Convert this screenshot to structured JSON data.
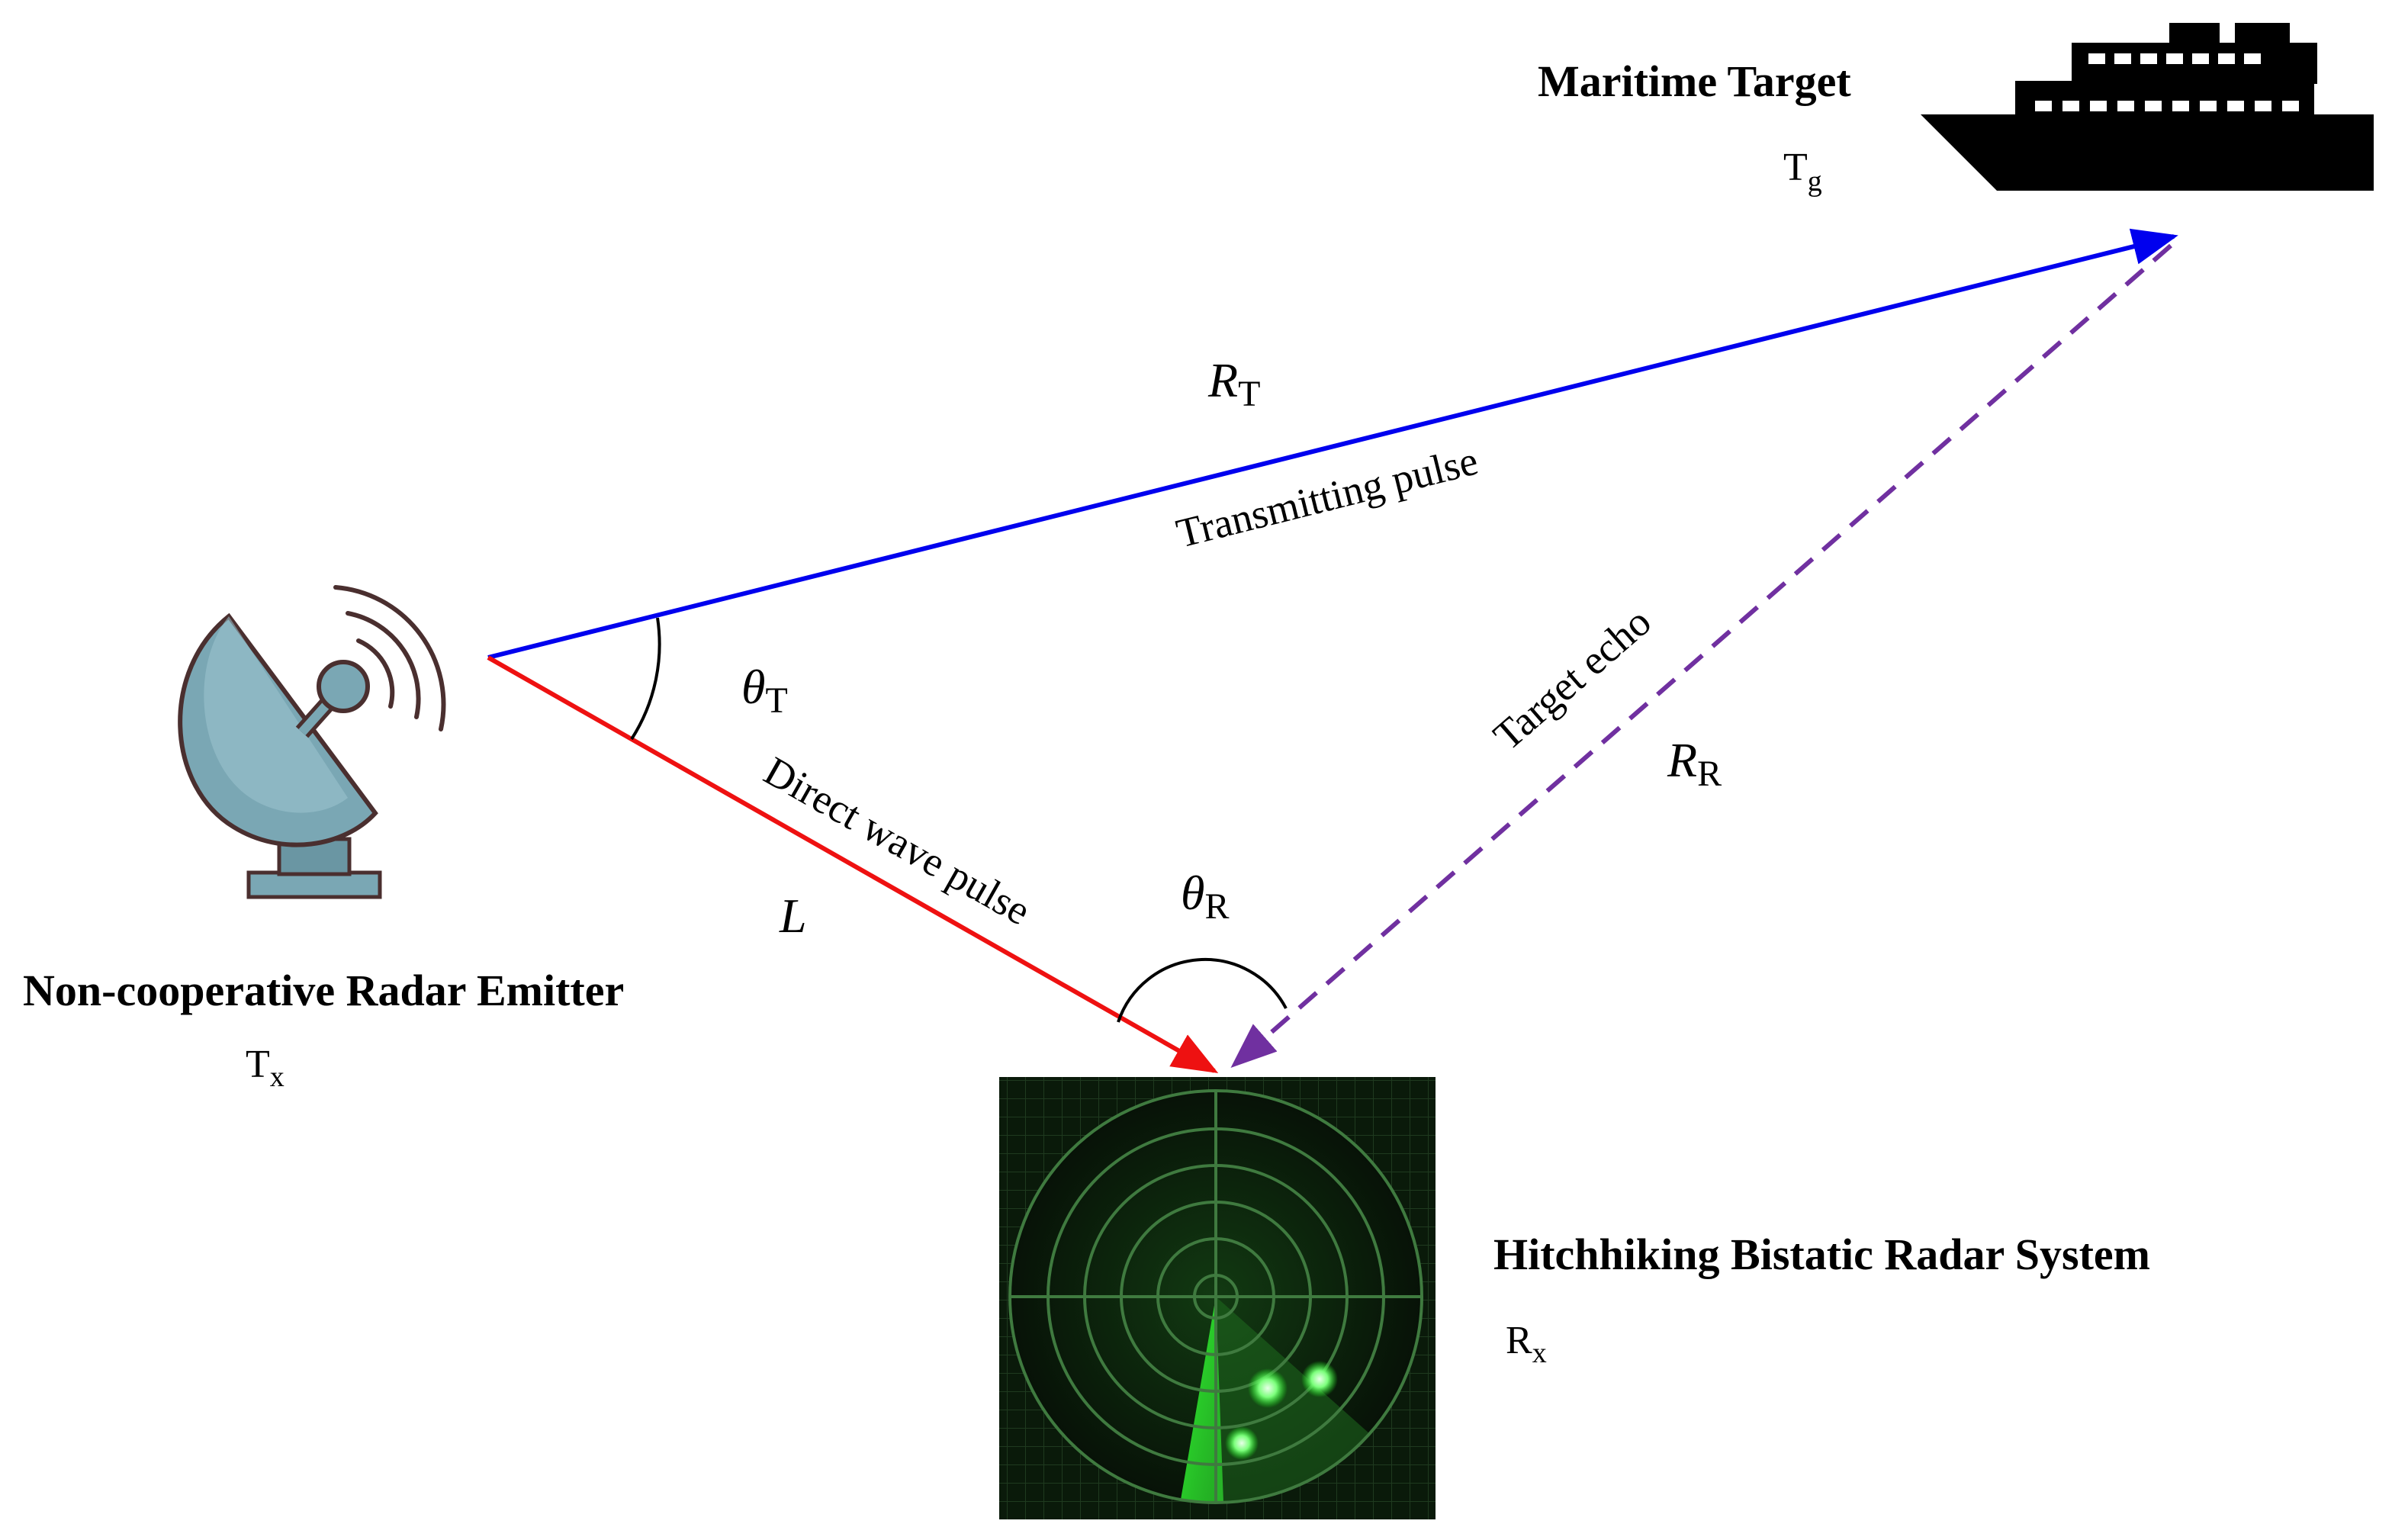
{
  "labels": {
    "emitter_name": "Non-cooperative Radar Emitter",
    "emitter_symbol": "T",
    "emitter_symbol_sub": "x",
    "target_name": "Maritime Target",
    "target_symbol": "T",
    "target_symbol_sub": "g",
    "receiver_name": "Hitchhiking Bistatic Radar System",
    "receiver_symbol": "R",
    "receiver_symbol_sub": "x"
  },
  "paths": {
    "transmit_label": "Transmitting pulse",
    "direct_label": "Direct wave pulse",
    "echo_label": "Target echo"
  },
  "math": {
    "rt": "R",
    "rt_sub": "T",
    "rr": "R",
    "rr_sub": "R",
    "l": "L",
    "theta_t": "θ",
    "theta_t_sub": "T",
    "theta_r": "θ",
    "theta_r_sub": "R"
  },
  "colors": {
    "transmit": "#0000ee",
    "direct": "#ee1111",
    "echo": "#7030a0",
    "radar_green": "#39d353",
    "dish": "#7aa7b4",
    "dish_outline": "#4a2f2f"
  },
  "icons": {
    "emitter": "satellite-dish-icon",
    "target": "ship-icon",
    "receiver": "radar-screen-icon"
  }
}
